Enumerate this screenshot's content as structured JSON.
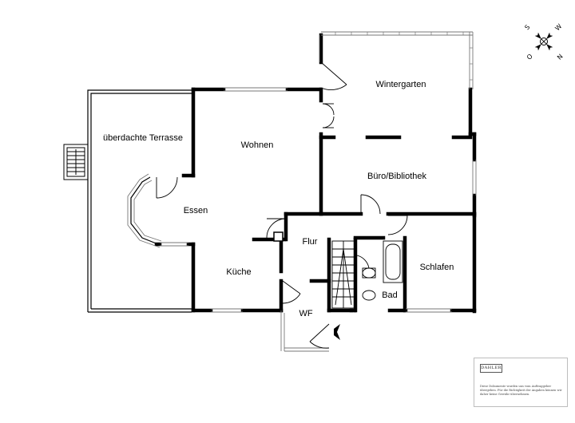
{
  "rooms": {
    "wintergarten": "Wintergarten",
    "terrasse": "überdachte Terrasse",
    "wohnen": "Wohnen",
    "buero": "Büro/Bibliothek",
    "essen": "Essen",
    "flur": "Flur",
    "kueche": "Küche",
    "schlafen": "Schlafen",
    "bad": "Bad",
    "wf": "WF"
  },
  "compass": {
    "north": "N",
    "south": "S",
    "west": "W",
    "east": "O"
  },
  "disclaimer": {
    "brand": "DAHLER",
    "text": "Diese Dokumente wurden uns vom Auftraggeber übergeben. Für die Richtigkeit der Angaben können wir daher keine Gewähr übernehmen."
  },
  "colors": {
    "wall": "#000000",
    "window": "#9a9a9a",
    "line": "#000000"
  }
}
